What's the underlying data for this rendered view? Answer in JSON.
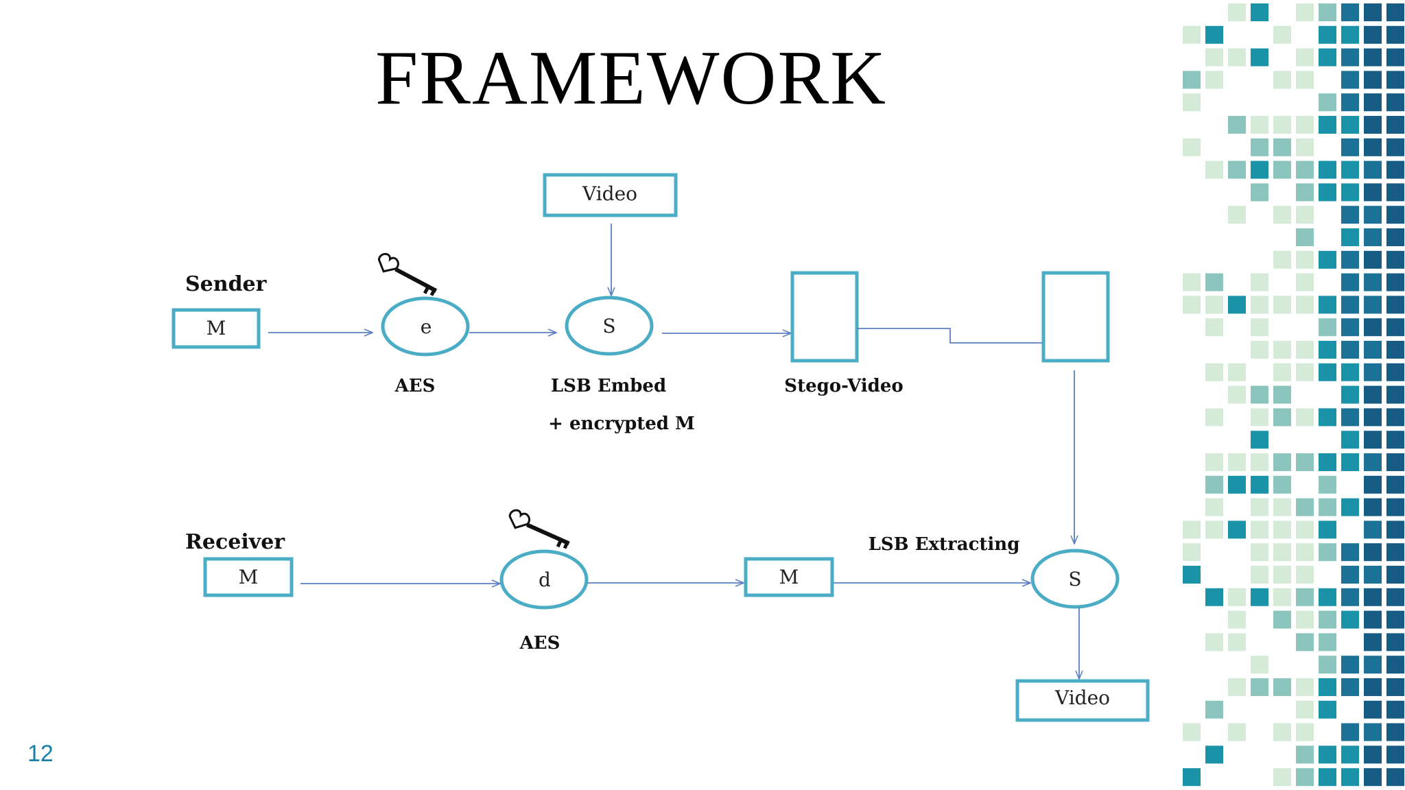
{
  "slide": {
    "title": "FRAMEWORK",
    "page_number": "12"
  },
  "sender": {
    "label": "Sender",
    "message_box": "M",
    "encrypt_node": "e",
    "encrypt_label": "AES",
    "video_box": "Video",
    "embed_node": "S",
    "embed_label": "LSB Embed",
    "embed_sublabel": "+ encrypted M",
    "stego_label": "Stego-Video"
  },
  "receiver": {
    "label": "Receiver",
    "message_box": "M",
    "decrypt_node": "d",
    "decrypt_label": "AES",
    "extracted_box": "M",
    "extract_label": "LSB Extracting",
    "extract_node": "S",
    "video_box": "Video"
  },
  "colors": {
    "shape_stroke": "#4bacc6",
    "arrow": "#5b7fc0",
    "deco_palette": [
      "#d5ebd8",
      "#8cc4be",
      "#1a93a8",
      "#1b7196",
      "#175c84"
    ]
  },
  "icons": [
    "key-icon"
  ]
}
